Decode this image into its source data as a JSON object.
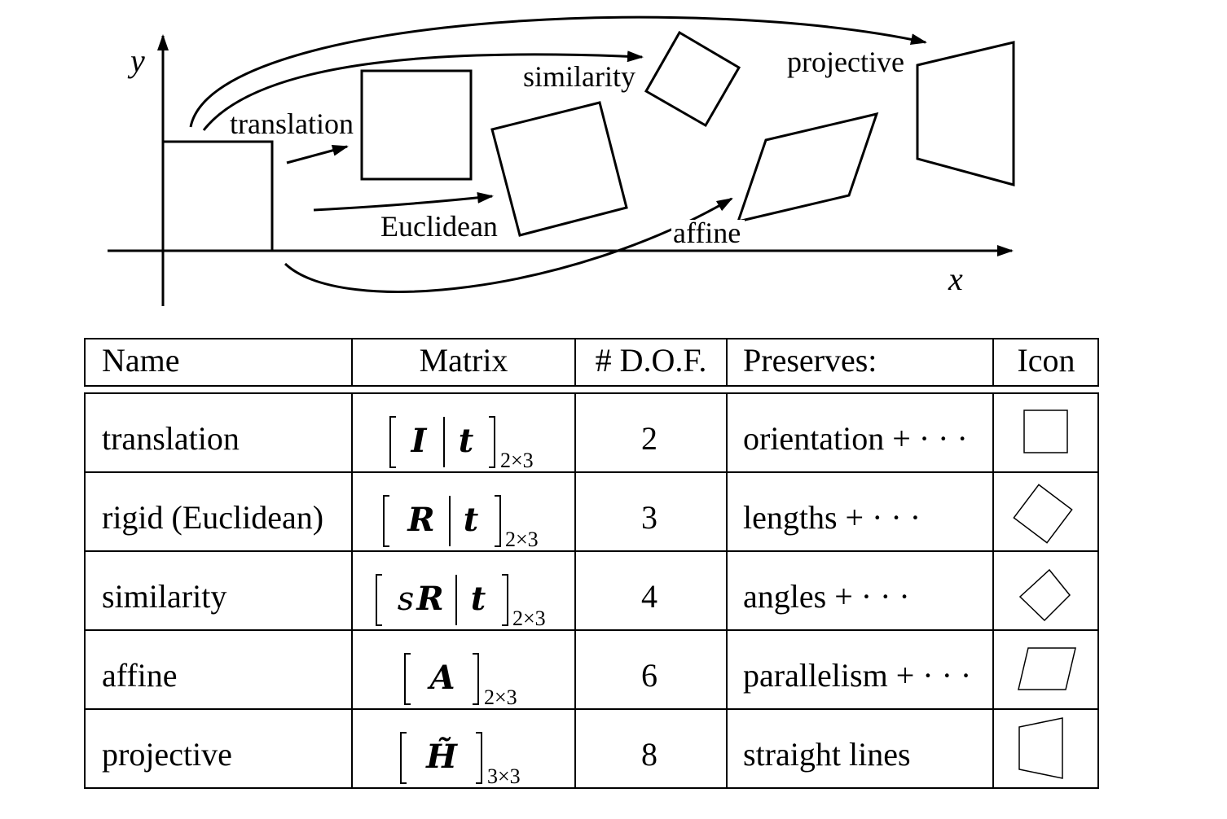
{
  "diagram": {
    "axis_x_label": "x",
    "axis_y_label": "y",
    "labels": {
      "translation": "translation",
      "similarity": "similarity",
      "projective": "projective",
      "euclidean": "Euclidean",
      "affine": "affine"
    }
  },
  "table": {
    "headers": [
      "Name",
      "Matrix",
      "# D.O.F.",
      "Preserves:",
      "Icon"
    ],
    "rows": [
      {
        "name": "translation",
        "matrix": [
          "I",
          "t"
        ],
        "matrix_prefix": "",
        "subscript": "2×3",
        "dof": "2",
        "preserves": "orientation + · · ·",
        "icon": "square-icon"
      },
      {
        "name": "rigid (Euclidean)",
        "matrix": [
          "R",
          "t"
        ],
        "matrix_prefix": "",
        "subscript": "2×3",
        "dof": "3",
        "preserves": "lengths + · · ·",
        "icon": "rotated-square-icon"
      },
      {
        "name": "similarity",
        "matrix": [
          "R",
          "t"
        ],
        "matrix_prefix": "s",
        "subscript": "2×3",
        "dof": "4",
        "preserves": "angles + · · ·",
        "icon": "small-rotated-square-icon"
      },
      {
        "name": "affine",
        "matrix": [
          "A"
        ],
        "matrix_prefix": "",
        "subscript": "2×3",
        "dof": "6",
        "preserves": "parallelism + · · ·",
        "icon": "parallelogram-icon"
      },
      {
        "name": "projective",
        "matrix": [
          "H̃"
        ],
        "matrix_prefix": "",
        "subscript": "3×3",
        "dof": "8",
        "preserves": "straight lines",
        "icon": "trapezoid-icon"
      }
    ]
  }
}
